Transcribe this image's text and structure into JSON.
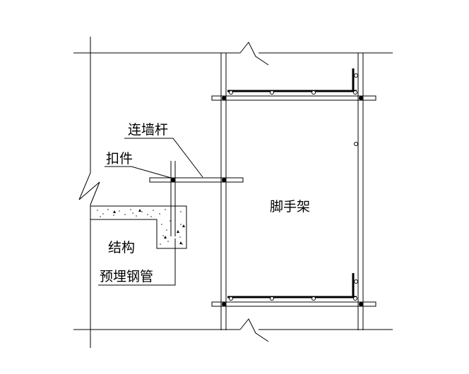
{
  "labels": {
    "tie_bar": "连墙杆",
    "coupler": "扣件",
    "scaffold": "脚手架",
    "structure": "结构",
    "embedded_pipe": "预埋钢管"
  },
  "colors": {
    "line": "#000000",
    "background": "#ffffff",
    "hatch": "#555555"
  }
}
